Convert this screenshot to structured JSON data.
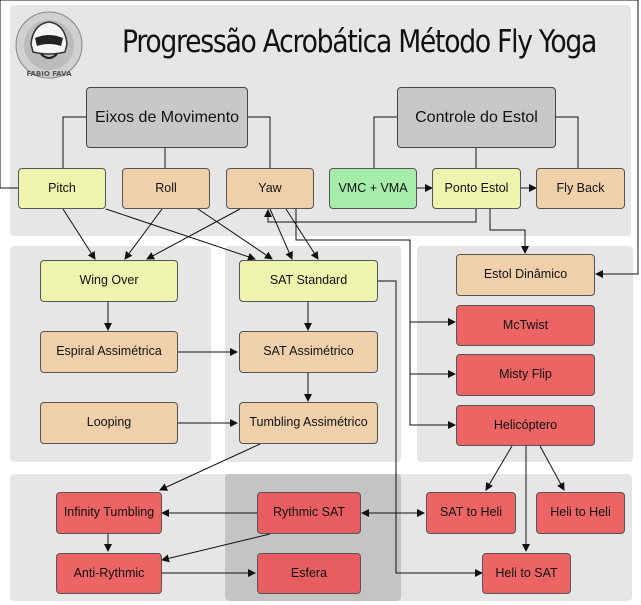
{
  "title": "Progressão Acrobática Método Fly Yoga",
  "logo_text": "FABIO FAVA",
  "nodes": {
    "eixos": "Eixos de Movimento",
    "controle": "Controle do Estol",
    "pitch": "Pitch",
    "roll": "Roll",
    "yaw": "Yaw",
    "vmc": "VMC + VMA",
    "ponto_estol": "Ponto Estol",
    "fly_back": "Fly Back",
    "wing_over": "Wing Over",
    "sat_standard": "SAT Standard",
    "estol_dinamico": "Estol Dinâmico",
    "espiral": "Espiral Assimétrica",
    "sat_assimetrico": "SAT Assimétrico",
    "mctwist": "McTwist",
    "looping": "Looping",
    "tumbling_assimetrico": "Tumbling Assimétrico",
    "misty_flip": "Misty Flip",
    "helicoptero": "Helicóptero",
    "infinity_tumbling": "Infinity Tumbling",
    "rythmic_sat": "Rythmic SAT",
    "sat_to_heli": "SAT to Heli",
    "heli_to_heli": "Heli to Heli",
    "anti_rythmic": "Anti-Rythmic",
    "esfera": "Esfera",
    "heli_to_sat": "Heli to SAT"
  },
  "colors": {
    "basic": "#eef3ad",
    "intermediate": "#f0d0ab",
    "control": "#a6ecaa",
    "advanced": "#ec6464",
    "axis_box": "#c8c8c8",
    "panel": "#e6e6e6"
  }
}
